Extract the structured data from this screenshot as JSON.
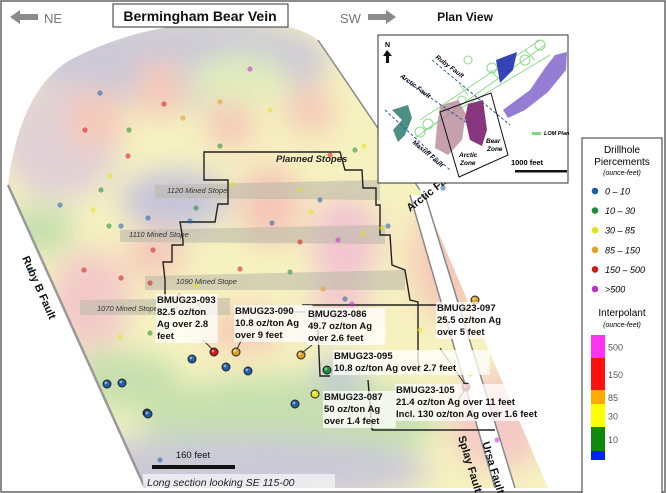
{
  "title": "Bermingham Bear Vein",
  "directions": {
    "left": "NE",
    "right": "SW"
  },
  "plan_view": {
    "title": "Plan View",
    "north": "N",
    "faults": [
      "Ruby Fault",
      "Arctic Fault",
      "Mastiff Fault"
    ],
    "zones": [
      "Arctic Zone",
      "Bear Zone"
    ],
    "zone_lines": {
      "arctic_1": "Arctic",
      "arctic_2": "Zone",
      "bear_1": "Bear",
      "bear_2": "Zone"
    },
    "legend_item": "LOM Plan",
    "scale": "1000 feet"
  },
  "faults": {
    "ruby_b": "Ruby B Fault",
    "arctic": "Arctic Fault",
    "splay": "Splay Fault",
    "ursa": "Ursa Fault"
  },
  "stopes": {
    "planned": "Planned Stopes",
    "s1120": "1120 Mined Stope",
    "s1110": "1110 Mined Stope",
    "s1090": "1090 Mined Stope",
    "s1070": "1070 Mined Stope"
  },
  "annotations": [
    {
      "id": "BMUG23-093",
      "lines": [
        "82.5 oz/ton",
        "Ag over 2.8",
        "feet"
      ],
      "category": "150 – 500"
    },
    {
      "id": "BMUG23-090",
      "lines": [
        "10.8 oz/ton Ag",
        "over 9 feet"
      ],
      "category": "85 – 150"
    },
    {
      "id": "BMUG23-086",
      "lines": [
        "49.7 oz/ton Ag",
        "over 2.6 feet"
      ],
      "category": "85 – 150"
    },
    {
      "id": "BMUG23-095",
      "lines": [
        "10.8 oz/ton Ag over 2.7 feet"
      ],
      "category": "10 – 30"
    },
    {
      "id": "BMUG23-087",
      "lines": [
        "50 oz/ton Ag",
        "over 1.4 feet"
      ],
      "category": "30 – 85"
    },
    {
      "id": "BMUG23-097",
      "lines": [
        "25.5 oz/ton Ag",
        "over 5 feet"
      ],
      "category": "85 – 150"
    },
    {
      "id": "BMUG23-105",
      "lines": [
        "21.4 oz/ton Ag over 11 feet",
        "Incl. 130 oz/ton Ag over 1.6 feet"
      ],
      "category": "150 – 500"
    }
  ],
  "legend": {
    "title1": "Drillhole",
    "title2": "Piercements",
    "unit": "(ounce-feet)",
    "items": [
      {
        "label": "0 – 10",
        "color": "#1f5fa8"
      },
      {
        "label": "10 – 30",
        "color": "#1e8a3c"
      },
      {
        "label": "30 – 85",
        "color": "#e3e21a"
      },
      {
        "label": "85 – 150",
        "color": "#e0a020"
      },
      {
        "label": "150 – 500",
        "color": "#d01818"
      },
      {
        "label": ">500",
        "color": "#c030c8"
      }
    ],
    "interp_title": "Interpolant",
    "interp_unit": "(ounce-feet)",
    "scale": [
      {
        "label": "500",
        "color": "#ff33ee"
      },
      {
        "label": "150",
        "color": "#ff1111"
      },
      {
        "label": "85",
        "color": "#ffaa00"
      },
      {
        "label": "30",
        "color": "#ffff00"
      },
      {
        "label": "10",
        "color": "#118811"
      },
      {
        "label": "",
        "color": "#0022ff"
      }
    ]
  },
  "scale_bar": "160 feet",
  "section_note": "Long section looking SE 115-00"
}
